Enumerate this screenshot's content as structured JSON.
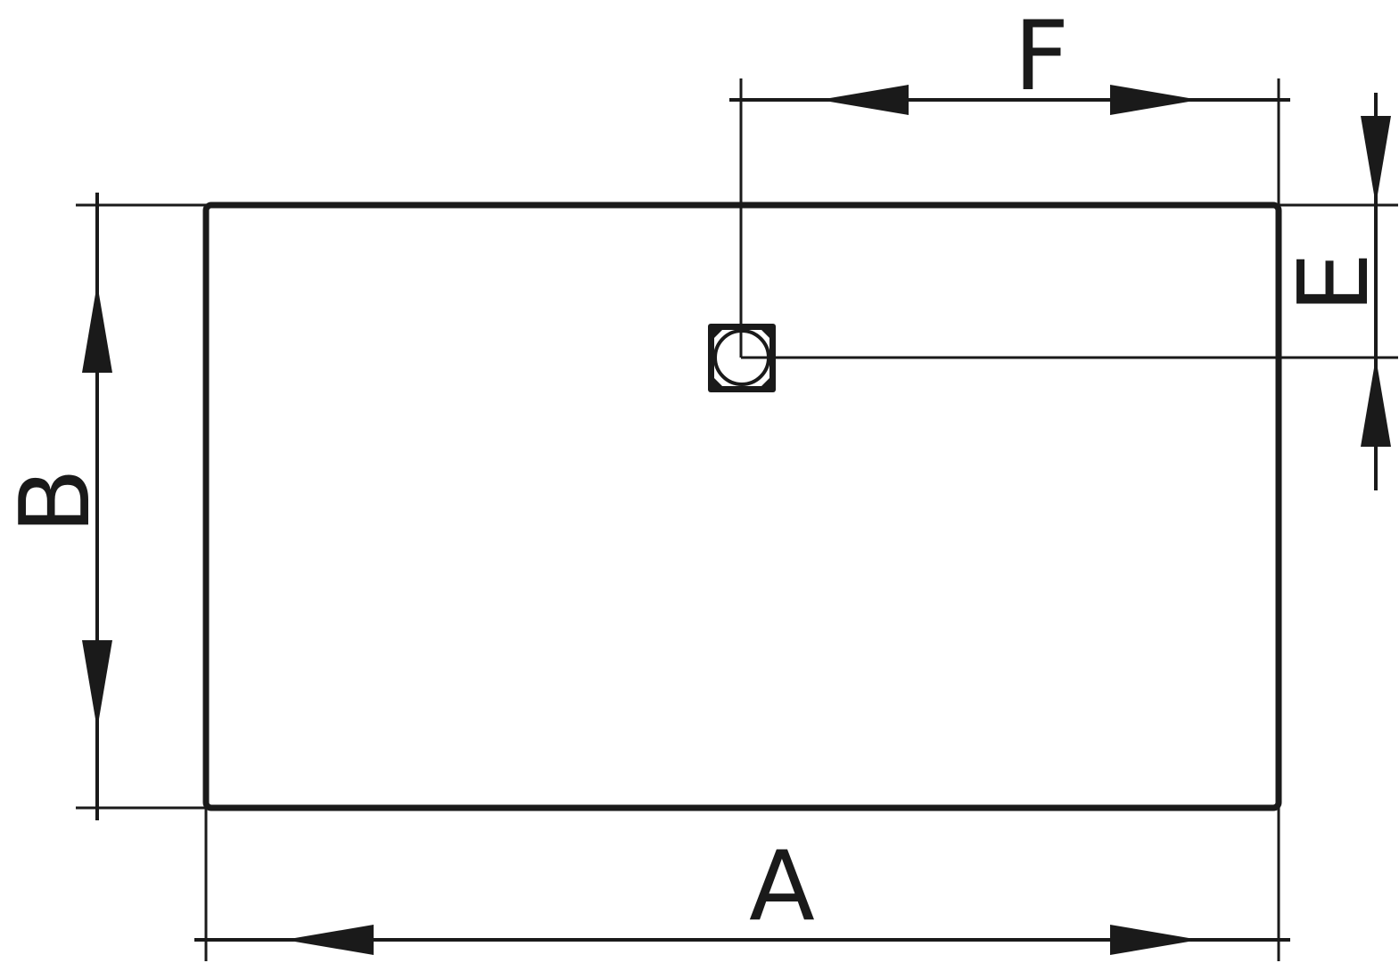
{
  "colors": {
    "line": "#1a1a1a",
    "background": "#ffffff"
  },
  "labels": {
    "width": "A",
    "height": "B",
    "hole_offset_y": "E",
    "hole_offset_x": "F"
  }
}
